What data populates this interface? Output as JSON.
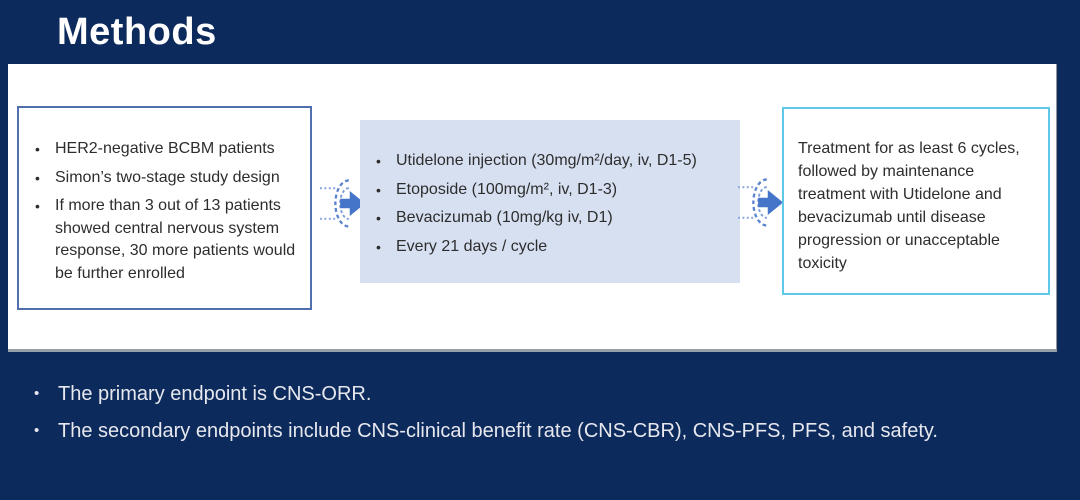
{
  "bullet": "•",
  "title": "Methods",
  "flow": {
    "left_box": {
      "items": [
        "HER2-negative BCBM patients",
        "Simon’s two-stage study design",
        "If more than 3 out of 13 patients showed central nervous system response, 30 more patients would be further enrolled"
      ]
    },
    "middle_box": {
      "items": [
        "Utidelone injection (30mg/m²/day, iv, D1-5)",
        "Etoposide (100mg/m², iv, D1-3)",
        "Bevacizumab (10mg/kg iv, D1)",
        "Every 21 days / cycle"
      ]
    },
    "right_box": {
      "text": "Treatment for as least 6 cycles, followed by maintenance treatment with Utidelone and bevacizumab until disease progression or unacceptable toxicity"
    }
  },
  "endpoints": [
    "The primary endpoint is CNS-ORR.",
    "The secondary endpoints include CNS-clinical benefit rate (CNS-CBR), CNS-PFS, PFS, and safety."
  ],
  "colors": {
    "background": "#0d2a5c",
    "panel": "#ffffff",
    "left_box_border": "#4f6fad",
    "middle_box_fill": "#d7e0f1",
    "right_box_border": "#5fc8e8",
    "arrow": "#4575c8",
    "box_text": "#2d2d2d",
    "endpoint_text": "#e6e8ee"
  }
}
